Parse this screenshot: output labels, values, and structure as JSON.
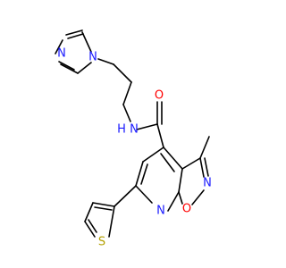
{
  "molecule": {
    "atoms": {
      "n_imid_1": "N",
      "n_imid_3": "N",
      "n_amide": "N",
      "h_amide": "H",
      "o_carbonyl": "O",
      "n_isoxazole": "N",
      "o_isoxazole": "O",
      "n_pyridine": "N",
      "s_thiophene": "S"
    },
    "colors": {
      "carbon": "#000000",
      "nitrogen": "#1a1aff",
      "oxygen": "#ff0000",
      "sulfur": "#b3a000"
    }
  }
}
